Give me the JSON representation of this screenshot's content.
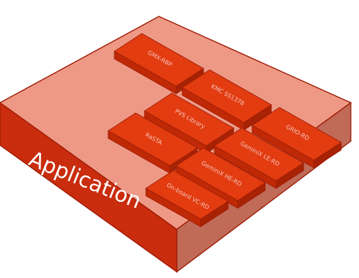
{
  "layer": {
    "label": "Application"
  },
  "modules": [
    {
      "id": "gmx",
      "label": "GMX-RBP"
    },
    {
      "id": "kmc",
      "label": "KMC SS1378"
    },
    {
      "id": "pvs",
      "label": "PVS Library"
    },
    {
      "id": "grio",
      "label": "GRIO-RD"
    },
    {
      "id": "rasta",
      "label": "RaSTA"
    },
    {
      "id": "geminixle",
      "label": "GeminiX LE-RD"
    },
    {
      "id": "geminixhe",
      "label": "GeminiX HE-RD"
    },
    {
      "id": "onboard",
      "label": "On-board VC-RD"
    }
  ],
  "colors": {
    "top": "#ee9985",
    "left": "#c92d0d",
    "right": "#c06a58",
    "edge": "#a01e08",
    "block_top": "#e23c10",
    "block_front": "#c02905",
    "block_side": "#a82204"
  }
}
